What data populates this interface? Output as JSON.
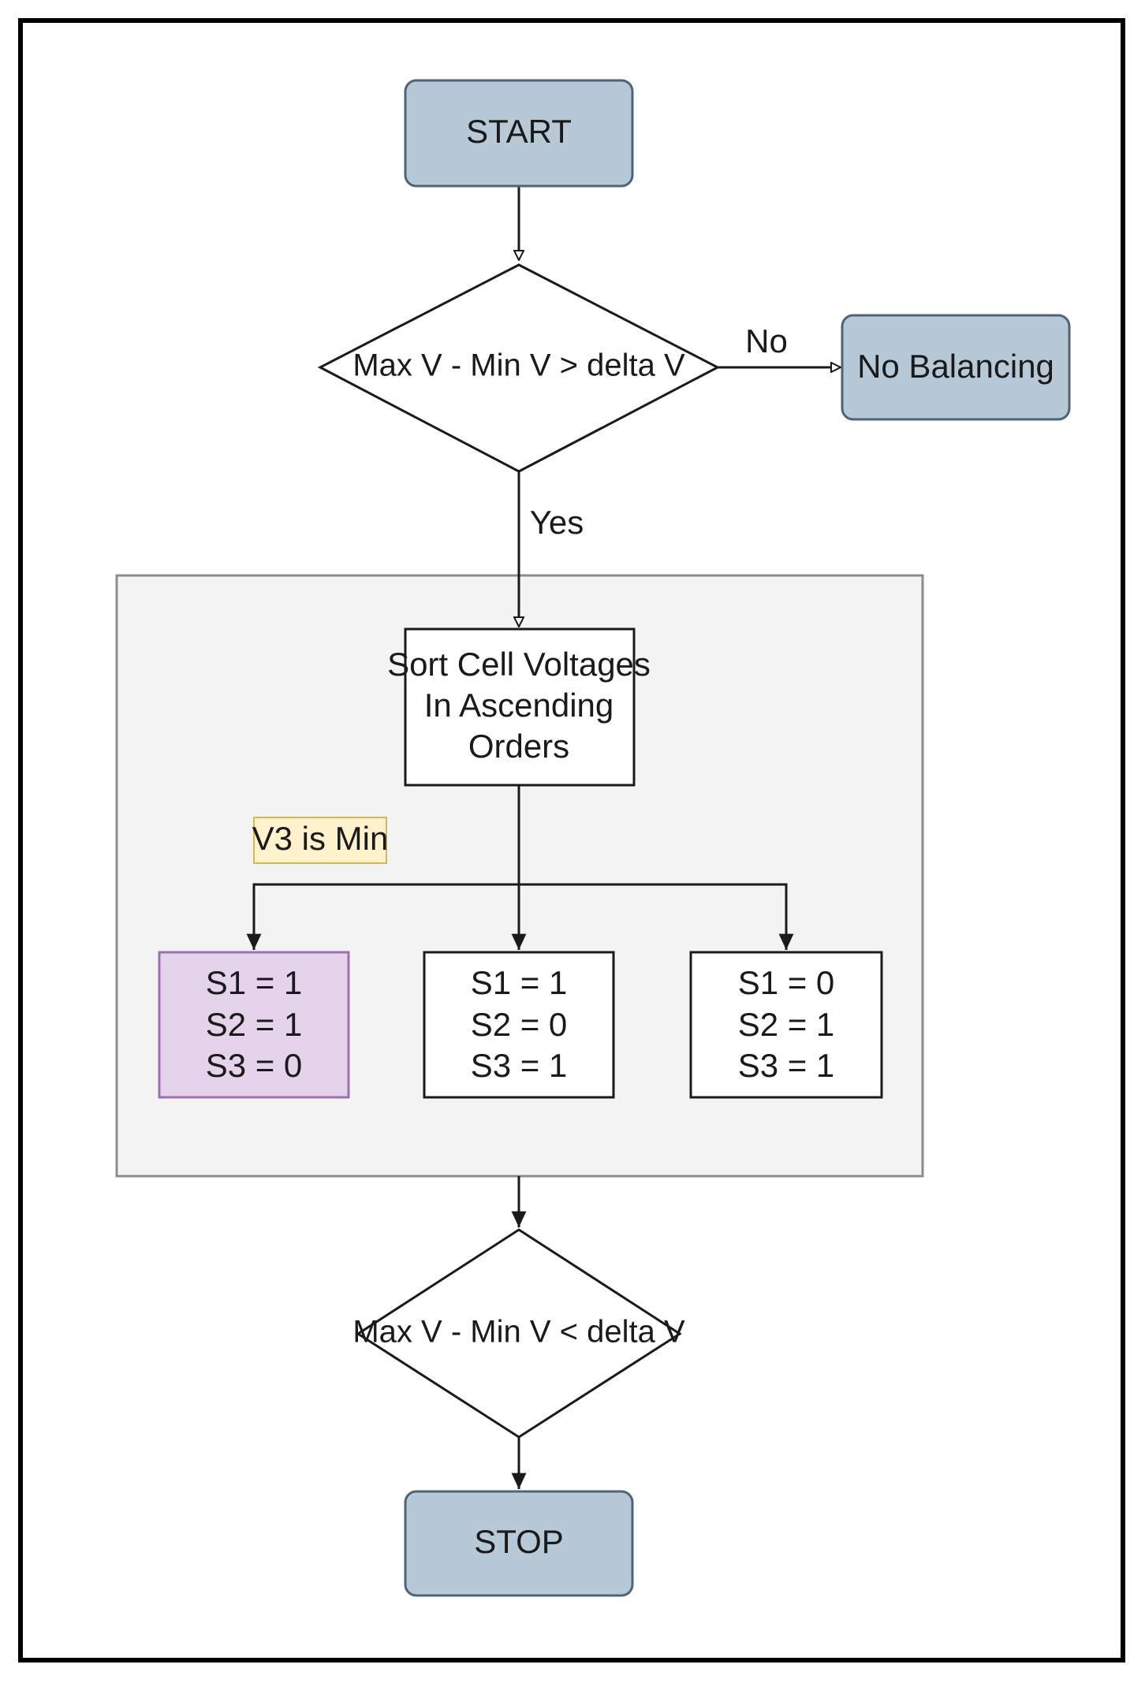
{
  "nodes": {
    "start": "START",
    "decision_1": "Max V - Min V > delta V",
    "no_balancing": "No Balancing",
    "sort": [
      "Sort Cell Voltages",
      "In Ascending",
      "Orders"
    ],
    "note": "V3 is Min",
    "state_1": [
      "S1 = 1",
      "S2 = 1",
      "S3 = 0"
    ],
    "state_2": [
      "S1 = 1",
      "S2 = 0",
      "S3 = 1"
    ],
    "state_3": [
      "S1 = 0",
      "S2 = 1",
      "S3 = 1"
    ],
    "decision_2": "Max V - Min V < delta V",
    "stop": "STOP"
  },
  "edges": {
    "no_label": "No",
    "yes_label": "Yes"
  },
  "colors": {
    "terminal_fill": "#b7c9d6",
    "terminal_stroke": "#4d6478",
    "highlight_fill": "#e5d3ec",
    "highlight_stroke": "#9c6fb0",
    "note_fill": "#fff2cc",
    "note_stroke": "#d6b656",
    "group_fill": "#f4f4f4",
    "group_stroke": "#8c8c8c"
  }
}
